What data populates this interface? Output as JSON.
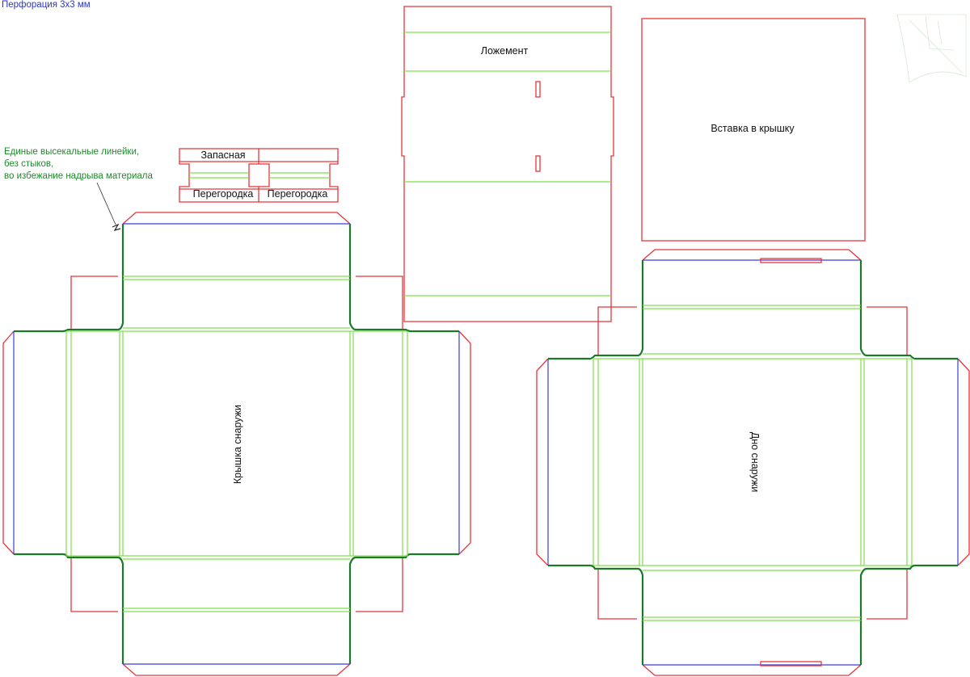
{
  "legend": {
    "perforation": "Перфорация 3х3 мм"
  },
  "notes": {
    "die_rule": [
      "Единые высекальные линейки,",
      "без стыков,",
      "во избежание надрыва материала"
    ]
  },
  "labels": {
    "zapasnaya": "Запасная",
    "peregorodka_1": "Перегородка",
    "peregorodka_2": "Перегородка",
    "lozhement": "Ложемент",
    "vstavka": "Вставка в крышку",
    "lid_outside": "Крышка снаружи",
    "bottom_outside": "Дно снаружи"
  },
  "colors": {
    "cut_line": "#e8353a",
    "crease_line": "#7ee04a",
    "perforation_line": "#3b3fd6",
    "die_rule_line": "#1a7a2a"
  }
}
